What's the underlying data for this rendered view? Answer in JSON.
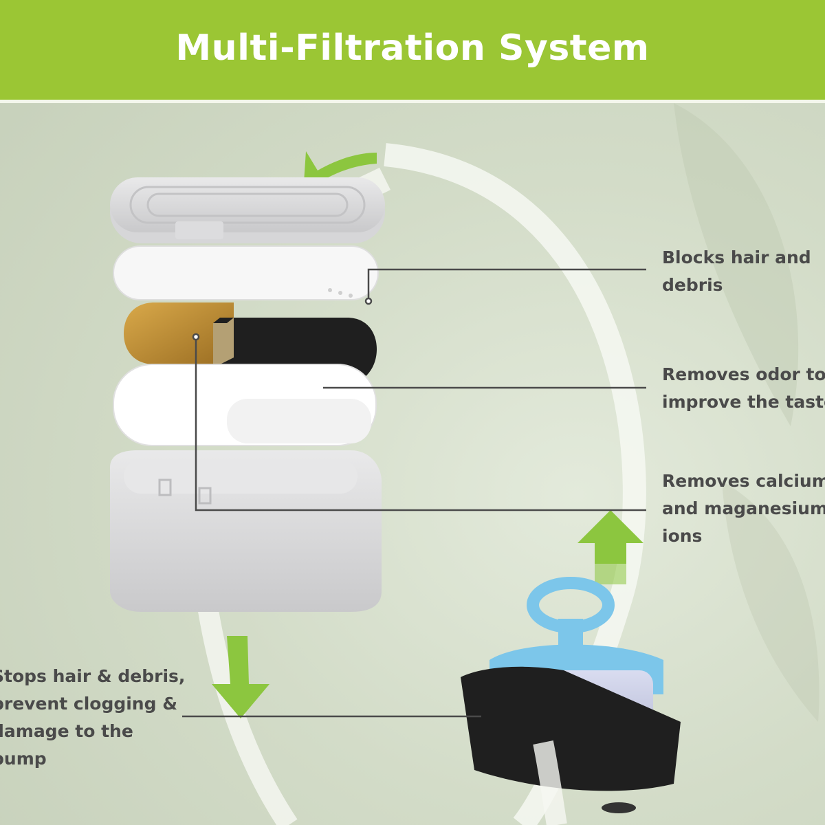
{
  "header": {
    "title": "Multi-Filtration System",
    "background_color": "#9bc634"
  },
  "colors": {
    "arrow_green": "#8cc63f",
    "pump_blue": "#7cc6ea",
    "sponge_black": "#1f1f1f",
    "mineral_gold": "#c69434"
  },
  "callouts": {
    "cover": [
      "Blocks hair and",
      "debris"
    ],
    "carbon": [
      "Removes odor to",
      "improve the taste"
    ],
    "resin": [
      "Removes calcium",
      "and maganesium",
      "ions"
    ],
    "pump_sponge": [
      "Stops hair & debris,",
      "prevent clogging &",
      "damage to the",
      "pump"
    ]
  }
}
